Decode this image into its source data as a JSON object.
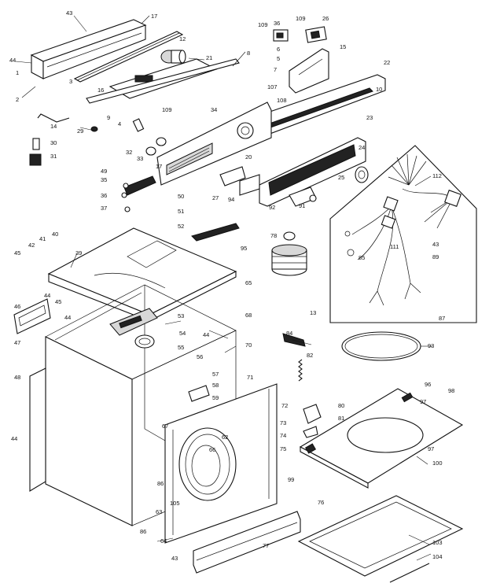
{
  "colors": {
    "ink": "#111111",
    "paper": "#ffffff"
  },
  "parts": [
    {
      "id": "p1",
      "label": "43"
    },
    {
      "id": "p2",
      "label": "17"
    },
    {
      "id": "p3",
      "label": "44"
    },
    {
      "id": "p4",
      "label": "1"
    },
    {
      "id": "p5",
      "label": "2"
    },
    {
      "id": "p6",
      "label": "3"
    },
    {
      "id": "p7",
      "label": "12"
    },
    {
      "id": "p8",
      "label": "21"
    },
    {
      "id": "p9",
      "label": "16"
    },
    {
      "id": "p10",
      "label": "8"
    },
    {
      "id": "p11",
      "label": "109"
    },
    {
      "id": "p12",
      "label": "36"
    },
    {
      "id": "p13",
      "label": "109"
    },
    {
      "id": "p14",
      "label": "26"
    },
    {
      "id": "p15",
      "label": "6"
    },
    {
      "id": "p16",
      "label": "5"
    },
    {
      "id": "p17",
      "label": "7"
    },
    {
      "id": "p18",
      "label": "15"
    },
    {
      "id": "p19",
      "label": "22"
    },
    {
      "id": "p20",
      "label": "10"
    },
    {
      "id": "p21",
      "label": "107"
    },
    {
      "id": "p22",
      "label": "108"
    },
    {
      "id": "p23",
      "label": "34"
    },
    {
      "id": "p24",
      "label": "109"
    },
    {
      "id": "p25",
      "label": "14"
    },
    {
      "id": "p26",
      "label": "29"
    },
    {
      "id": "p27",
      "label": "30"
    },
    {
      "id": "p28",
      "label": "31"
    },
    {
      "id": "p29",
      "label": "9"
    },
    {
      "id": "p30",
      "label": "4"
    },
    {
      "id": "p31",
      "label": "32"
    },
    {
      "id": "p32",
      "label": "33"
    },
    {
      "id": "p33",
      "label": "23"
    },
    {
      "id": "p34",
      "label": "24"
    },
    {
      "id": "p35",
      "label": "25"
    },
    {
      "id": "p36",
      "label": "17"
    },
    {
      "id": "p37",
      "label": "20"
    },
    {
      "id": "p38",
      "label": "49"
    },
    {
      "id": "p39",
      "label": "35"
    },
    {
      "id": "p40",
      "label": "36"
    },
    {
      "id": "p41",
      "label": "37"
    },
    {
      "id": "p42",
      "label": "50"
    },
    {
      "id": "p43",
      "label": "51"
    },
    {
      "id": "p44",
      "label": "27"
    },
    {
      "id": "p45",
      "label": "94"
    },
    {
      "id": "p46",
      "label": "92"
    },
    {
      "id": "p47",
      "label": "91"
    },
    {
      "id": "p48",
      "label": "112"
    },
    {
      "id": "p49",
      "label": "52"
    },
    {
      "id": "p50",
      "label": "78"
    },
    {
      "id": "p51",
      "label": "95"
    },
    {
      "id": "p52",
      "label": "43"
    },
    {
      "id": "p53",
      "label": "89"
    },
    {
      "id": "p54",
      "label": "85"
    },
    {
      "id": "p55",
      "label": "111"
    },
    {
      "id": "p56",
      "label": "87"
    },
    {
      "id": "p57",
      "label": "45"
    },
    {
      "id": "p58",
      "label": "42"
    },
    {
      "id": "p59",
      "label": "41"
    },
    {
      "id": "p60",
      "label": "40"
    },
    {
      "id": "p61",
      "label": "39"
    },
    {
      "id": "p62",
      "label": "65"
    },
    {
      "id": "p63",
      "label": "44"
    },
    {
      "id": "p64",
      "label": "45"
    },
    {
      "id": "p65",
      "label": "46"
    },
    {
      "id": "p66",
      "label": "44"
    },
    {
      "id": "p67",
      "label": "47"
    },
    {
      "id": "p68",
      "label": "53"
    },
    {
      "id": "p69",
      "label": "54"
    },
    {
      "id": "p70",
      "label": "55"
    },
    {
      "id": "p71",
      "label": "68"
    },
    {
      "id": "p72",
      "label": "13"
    },
    {
      "id": "p73",
      "label": "44"
    },
    {
      "id": "p74",
      "label": "70"
    },
    {
      "id": "p75",
      "label": "84"
    },
    {
      "id": "p76",
      "label": "82"
    },
    {
      "id": "p77",
      "label": "93"
    },
    {
      "id": "p78",
      "label": "48"
    },
    {
      "id": "p79",
      "label": "56"
    },
    {
      "id": "p80",
      "label": "71"
    },
    {
      "id": "p81",
      "label": "57"
    },
    {
      "id": "p82",
      "label": "58"
    },
    {
      "id": "p83",
      "label": "59"
    },
    {
      "id": "p84",
      "label": "72"
    },
    {
      "id": "p85",
      "label": "80"
    },
    {
      "id": "p86",
      "label": "73"
    },
    {
      "id": "p87",
      "label": "81"
    },
    {
      "id": "p88",
      "label": "74"
    },
    {
      "id": "p89",
      "label": "75"
    },
    {
      "id": "p90",
      "label": "96"
    },
    {
      "id": "p91",
      "label": "97"
    },
    {
      "id": "p92",
      "label": "98"
    },
    {
      "id": "p93",
      "label": "97"
    },
    {
      "id": "p94",
      "label": "100"
    },
    {
      "id": "p95",
      "label": "67"
    },
    {
      "id": "p96",
      "label": "62"
    },
    {
      "id": "p97",
      "label": "66"
    },
    {
      "id": "p98",
      "label": "99"
    },
    {
      "id": "p99",
      "label": "44"
    },
    {
      "id": "p100",
      "label": "86"
    },
    {
      "id": "p101",
      "label": "105"
    },
    {
      "id": "p102",
      "label": "63"
    },
    {
      "id": "p103",
      "label": "76"
    },
    {
      "id": "p104",
      "label": "103"
    },
    {
      "id": "p105",
      "label": "86"
    },
    {
      "id": "p106",
      "label": "64"
    },
    {
      "id": "p107",
      "label": "77"
    },
    {
      "id": "p108",
      "label": "43"
    },
    {
      "id": "p109",
      "label": "104"
    }
  ]
}
